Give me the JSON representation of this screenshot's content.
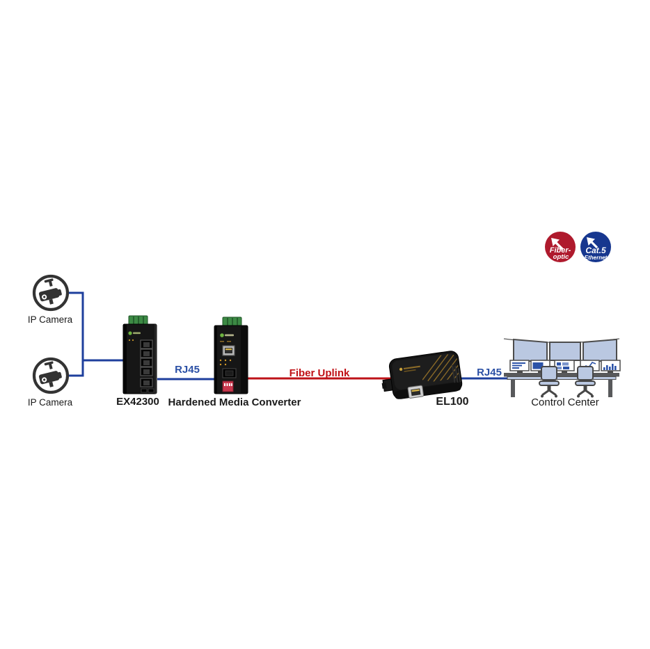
{
  "colors": {
    "wire_copper": "#1E3F9D",
    "wire_fiber": "#BE1218",
    "label_copper": "#2B50A5",
    "label_fiber": "#C01015",
    "badge_fiber": "#AF1A2D",
    "badge_cat5": "#17378F",
    "ink": "#1A1A1A"
  },
  "badges": {
    "fiber": {
      "line1": "Fiber-",
      "line2": "optic"
    },
    "cat5": {
      "line1": "Cat.5",
      "line2": "Ethernet"
    }
  },
  "devices": {
    "camera1": {
      "label": "IP Camera"
    },
    "camera2": {
      "label": "IP Camera"
    },
    "switch": {
      "label": "EX42300"
    },
    "converter": {
      "label": "Hardened Media Converter"
    },
    "el100": {
      "label": "EL100"
    },
    "control_center": {
      "label": "Control Center"
    }
  },
  "links": {
    "rj45_left": {
      "label": "RJ45",
      "type": "copper"
    },
    "fiber_uplink": {
      "label": "Fiber Uplink",
      "type": "fiber"
    },
    "rj45_right": {
      "label": "RJ45",
      "type": "copper"
    }
  }
}
